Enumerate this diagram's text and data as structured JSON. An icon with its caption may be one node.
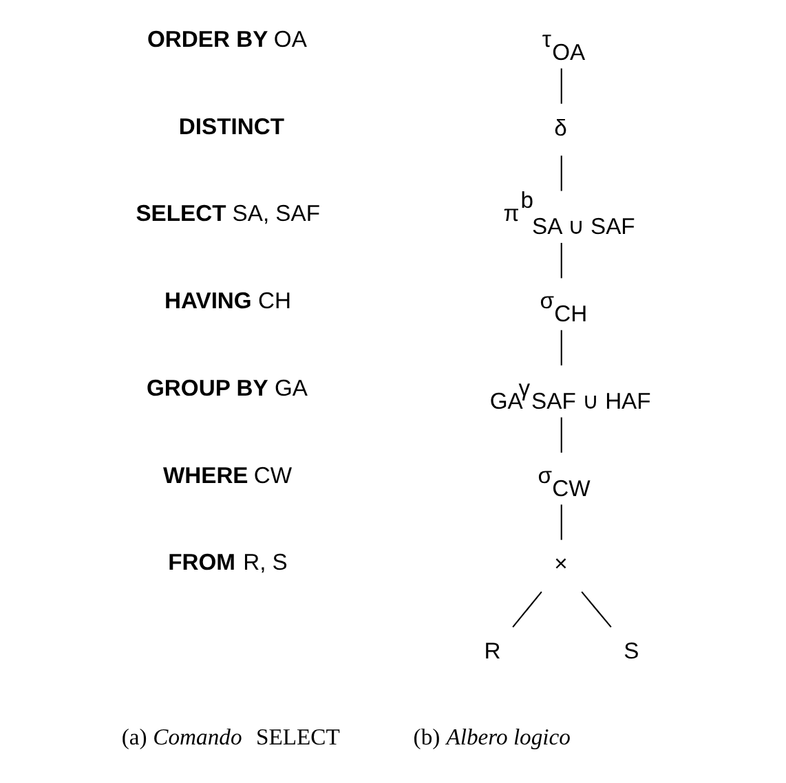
{
  "diagram": {
    "nodes": [
      {
        "text": [
          "τ$_{OA}$"
        ]
      },
      {
        "text": [
          "δ"
        ]
      },
      {
        "text": [
          "π$^{b}$$_{SA ∪ SAF}$"
        ]
      },
      {
        "text": [
          "σ$_{CH}$"
        ]
      },
      {
        "text": [
          "$_{GA}$γ$_{SAF ∪ HAF}$"
        ]
      },
      {
        "text": [
          "σ$_{CW}$"
        ]
      },
      {
        "text": [
          "×"
        ]
      },
      {
        "text": [
          "R"
        ]
      },
      {
        "text": [
          "S"
        ]
      }
    ],
    "edges": [
      {
        "from": 0,
        "to": 1,
        "arrow": "none"
      },
      {
        "from": 1,
        "to": 2,
        "arrow": "none"
      },
      {
        "from": 2,
        "to": 3,
        "arrow": "none"
      },
      {
        "from": 3,
        "to": 4,
        "arrow": "none"
      },
      {
        "from": 4,
        "to": 5,
        "arrow": "none"
      },
      {
        "from": 5,
        "to": 6,
        "arrow": "none"
      },
      {
        "from": 6,
        "to": 7,
        "arrow": "none"
      },
      {
        "from": 6,
        "to": 8,
        "arrow": "none"
      }
    ],
    "labels": [
      "**ORDER BY**  OA",
      "**DISTINCT**",
      "**SELECT**  SA, SAF",
      "**HAVING**  CH",
      "**GROUP BY**  GA",
      "**WHERE**  CW",
      "**FROM**  R, S",
      "(a) *Comando* SELECT",
      "(b) *Albero logico*"
    ]
  }
}
